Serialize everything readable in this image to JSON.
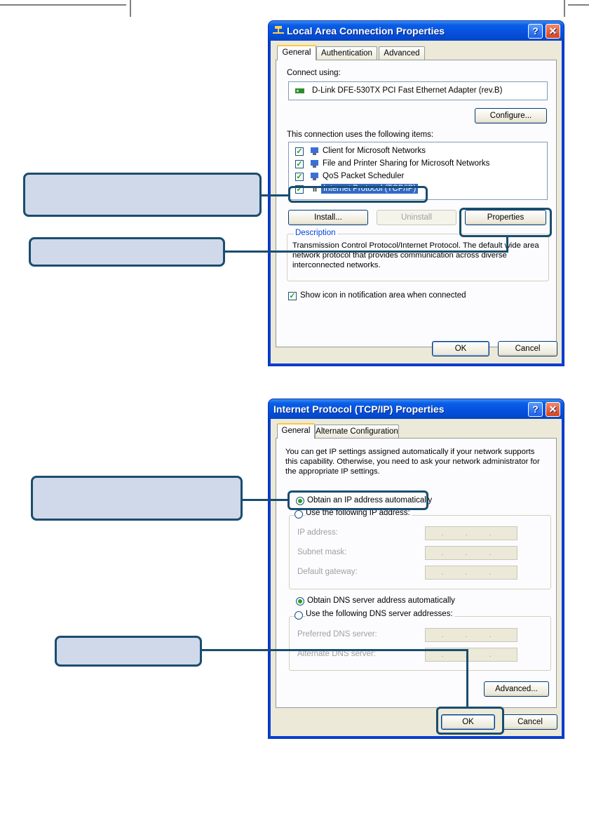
{
  "dialog1": {
    "title": "Local Area Connection Properties",
    "help_glyph": "?",
    "close_glyph": "✕",
    "tabs": [
      "General",
      "Authentication",
      "Advanced"
    ],
    "connect_using_label": "Connect using:",
    "adapter_name": "D-Link DFE-530TX PCI Fast Ethernet Adapter (rev.B)",
    "configure_button": "Configure...",
    "items_label": "This connection uses the following items:",
    "items": [
      {
        "label": "Client for Microsoft Networks",
        "checked": true,
        "icon": "network-client-icon"
      },
      {
        "label": "File and Printer Sharing for Microsoft Networks",
        "checked": true,
        "icon": "file-printer-sharing-icon"
      },
      {
        "label": "QoS Packet Scheduler",
        "checked": true,
        "icon": "qos-scheduler-icon"
      },
      {
        "label": "Internet Protocol (TCP/IP)",
        "checked": true,
        "selected": true,
        "icon": "protocol-icon"
      }
    ],
    "install_button": "Install...",
    "uninstall_button": "Uninstall",
    "properties_button": "Properties",
    "description_label": "Description",
    "description_text": "Transmission Control Protocol/Internet Protocol. The default wide area network protocol that provides communication across diverse interconnected networks.",
    "show_icon_checkbox": "Show icon in notification area when connected",
    "ok_button": "OK",
    "cancel_button": "Cancel"
  },
  "dialog2": {
    "title": "Internet Protocol (TCP/IP) Properties",
    "help_glyph": "?",
    "close_glyph": "✕",
    "tabs": [
      "General",
      "Alternate Configuration"
    ],
    "intro_text": "You can get IP settings assigned automatically if your network supports this capability. Otherwise, you need to ask your network administrator for the appropriate IP settings.",
    "radio_obtain_ip": "Obtain an IP address automatically",
    "radio_use_ip": "Use the following IP address:",
    "ip_address_label": "IP address:",
    "subnet_mask_label": "Subnet mask:",
    "default_gateway_label": "Default gateway:",
    "ip_field_dots": ". . .",
    "radio_obtain_dns": "Obtain DNS server address automatically",
    "radio_use_dns": "Use the following DNS server addresses:",
    "preferred_dns_label": "Preferred DNS server:",
    "alternate_dns_label": "Alternate DNS server:",
    "advanced_button": "Advanced...",
    "ok_button": "OK",
    "cancel_button": "Cancel"
  },
  "colors": {
    "callout_fill": "#cfd9ea",
    "callout_border": "#1a4d6e",
    "xp_title_blue": "#0550de",
    "xp_face": "#ece9d8"
  }
}
